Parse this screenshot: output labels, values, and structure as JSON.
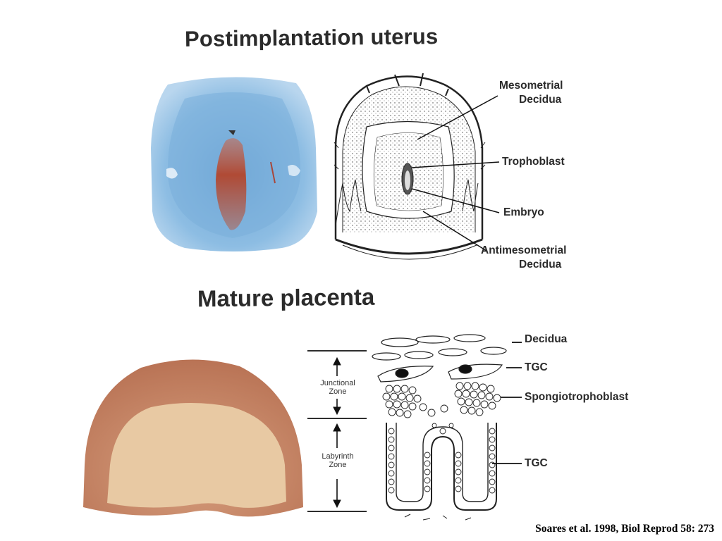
{
  "sections": {
    "postimplantation": {
      "title": "Postimplantation uterus",
      "labels": {
        "mesometrial_1": "Mesometrial",
        "mesometrial_2": "Decidua",
        "trophoblast": "Trophoblast",
        "embryo": "Embryo",
        "antimesometrial_1": "Antimesometrial",
        "antimesometrial_2": "Decidua"
      }
    },
    "mature": {
      "title": "Mature placenta",
      "labels": {
        "decidua": "Decidua",
        "tgc_top": "TGC",
        "spongiotrophoblast": "Spongiotrophoblast",
        "tgc_bottom": "TGC"
      },
      "zones": {
        "junctional_1": "Junctional",
        "junctional_2": "Zone",
        "labyrinth_1": "Labyrinth",
        "labyrinth_2": "Zone"
      }
    }
  },
  "citation": "Soares et al. 1998, Biol Reprod 58: 273",
  "colors": {
    "stain_blue": "#7fb2dc",
    "stain_red": "#b5533f",
    "placenta_outer": "#c9876a",
    "placenta_inner": "#e6c7a1",
    "ink": "#222222"
  }
}
